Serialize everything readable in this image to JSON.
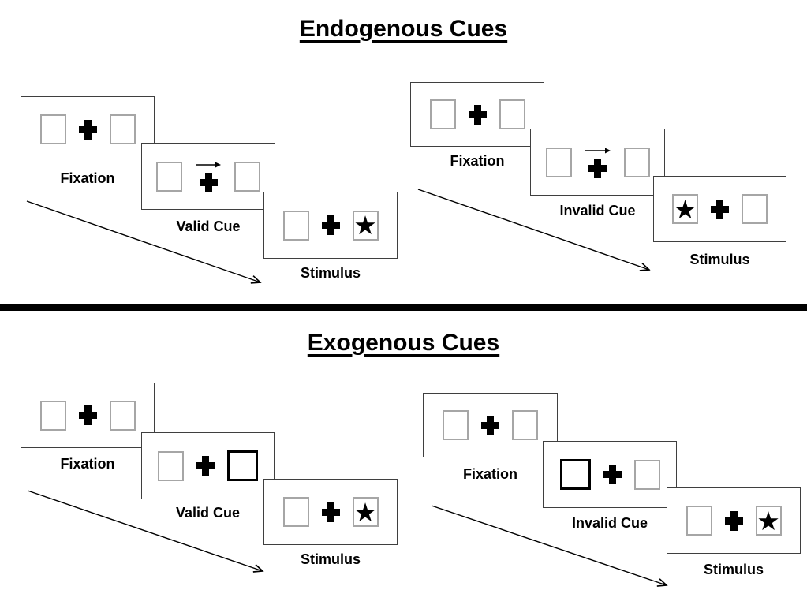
{
  "diagram": {
    "kind": "posner-cueing-task",
    "sections": [
      {
        "title": "Endogenous Cues",
        "sequences": [
          {
            "name": "valid-cue-trial",
            "panels": [
              {
                "label": "Fixation",
                "left_box": "empty",
                "center": "cross",
                "right_box": "empty"
              },
              {
                "label": "Valid Cue",
                "left_box": "empty",
                "center": "cross-with-right-arrow",
                "right_box": "empty"
              },
              {
                "label": "Stimulus",
                "left_box": "empty",
                "center": "cross",
                "right_box": "star"
              }
            ]
          },
          {
            "name": "invalid-cue-trial",
            "panels": [
              {
                "label": "Fixation",
                "left_box": "empty",
                "center": "cross",
                "right_box": "empty"
              },
              {
                "label": "Invalid Cue",
                "left_box": "empty",
                "center": "cross-with-right-arrow",
                "right_box": "empty"
              },
              {
                "label": "Stimulus",
                "left_box": "star",
                "center": "cross",
                "right_box": "empty"
              }
            ]
          }
        ]
      },
      {
        "title": "Exogenous Cues",
        "sequences": [
          {
            "name": "valid-cue-trial",
            "panels": [
              {
                "label": "Fixation",
                "left_box": "empty",
                "center": "cross",
                "right_box": "empty"
              },
              {
                "label": "Valid Cue",
                "left_box": "empty",
                "center": "cross",
                "right_box": "highlighted-bold-box"
              },
              {
                "label": "Stimulus",
                "left_box": "empty",
                "center": "cross",
                "right_box": "star"
              }
            ]
          },
          {
            "name": "invalid-cue-trial",
            "panels": [
              {
                "label": "Fixation",
                "left_box": "empty",
                "center": "cross",
                "right_box": "empty"
              },
              {
                "label": "Invalid Cue",
                "left_box": "highlighted-bold-box",
                "center": "cross",
                "right_box": "empty"
              },
              {
                "label": "Stimulus",
                "left_box": "empty",
                "center": "cross",
                "right_box": "star"
              }
            ]
          }
        ]
      }
    ],
    "icons": {
      "star": "★"
    },
    "colors": {
      "ink": "#000000",
      "panel_border": "#3f3f3f",
      "box_border": "#a6a6a6",
      "cue_highlight_border": "#000000",
      "background": "#ffffff"
    }
  }
}
